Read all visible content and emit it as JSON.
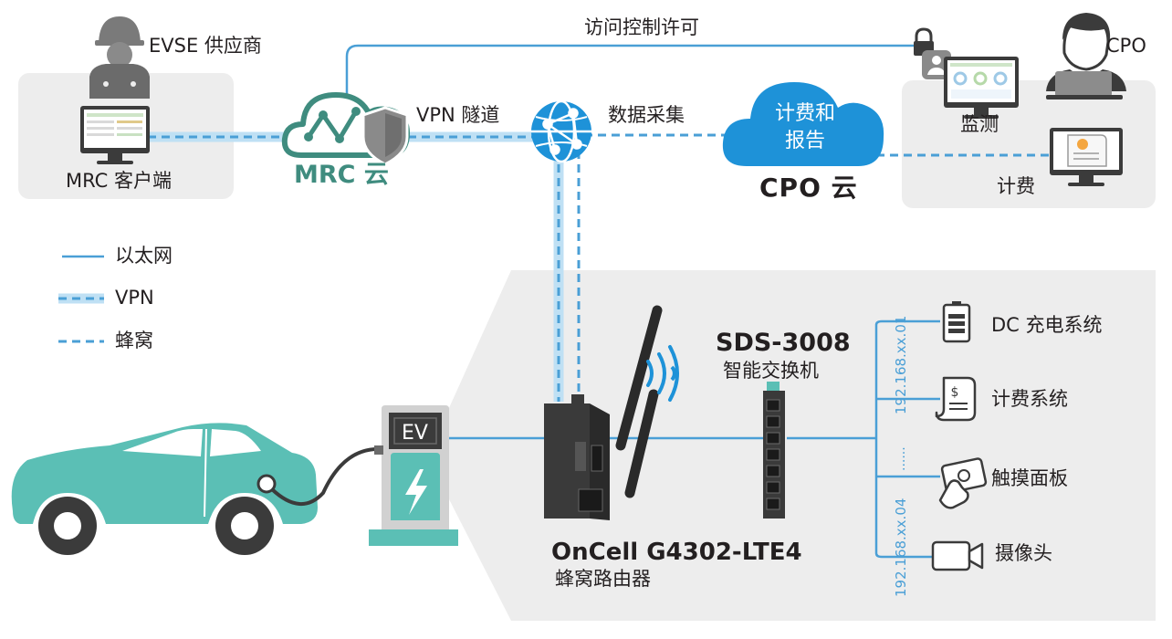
{
  "labels": {
    "access_control": "访问控制许可",
    "evse_vendor": "EVSE 供应商",
    "mrc_client": "MRC 客户端",
    "mrc_cloud": "MRC 云",
    "vpn_tunnel": "VPN 隧道",
    "data_collection": "数据采集",
    "billing_report_line1": "计费和",
    "billing_report_line2": "报告",
    "cpo_cloud": "CPO 云",
    "cpo": "CPO",
    "monitoring": "监测",
    "billing": "计费",
    "ev": "EV",
    "switch_model": "SDS-3008",
    "switch_desc": "智能交换机",
    "router_model": "OnCell G4302-LTE4",
    "router_desc": "蜂窝路由器",
    "dc_charging": "DC 充电系统",
    "billing_system": "计费系统",
    "touch_panel": "触摸面板",
    "camera": "摄像头",
    "ip_top": "192.168.xx.01",
    "ip_bottom": "192.168.xx.04",
    "ip_dots": "......"
  },
  "legend": {
    "ethernet": "以太网",
    "vpn": "VPN",
    "cellular": "蜂窝"
  },
  "colors": {
    "line_blue": "#4a9fd6",
    "vpn_light": "#bfe0f4",
    "mrc_teal": "#3f8c7f",
    "cloud_blue": "#1e92d8",
    "car_teal": "#5bbfb5",
    "panel_gray": "#ededed",
    "device_dark": "#3a3a3a"
  }
}
